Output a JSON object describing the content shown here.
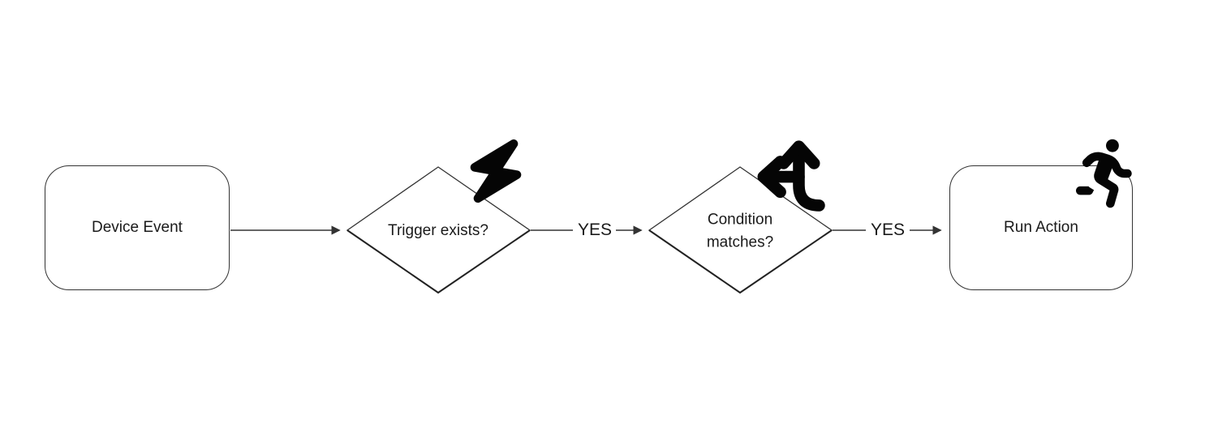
{
  "diagram": {
    "nodes": {
      "device_event": {
        "label": "Device Event",
        "shape": "rounded-rect"
      },
      "trigger": {
        "label": "Trigger exists?",
        "shape": "diamond"
      },
      "condition": {
        "label": "Condition matches?",
        "shape": "diamond"
      },
      "run_action": {
        "label": "Run Action",
        "shape": "rounded-rect"
      }
    },
    "edges": {
      "device_to_trigger": {
        "label": ""
      },
      "trigger_to_condition": {
        "label": "YES"
      },
      "condition_to_action": {
        "label": "YES"
      }
    },
    "icons": {
      "trigger": "bolt-icon",
      "condition": "arrows-split-up-and-left-icon",
      "action": "person-running-icon"
    },
    "colors": {
      "stroke": "#333333",
      "text": "#1a1a1a",
      "icon": "#050505",
      "background": "#ffffff"
    }
  }
}
